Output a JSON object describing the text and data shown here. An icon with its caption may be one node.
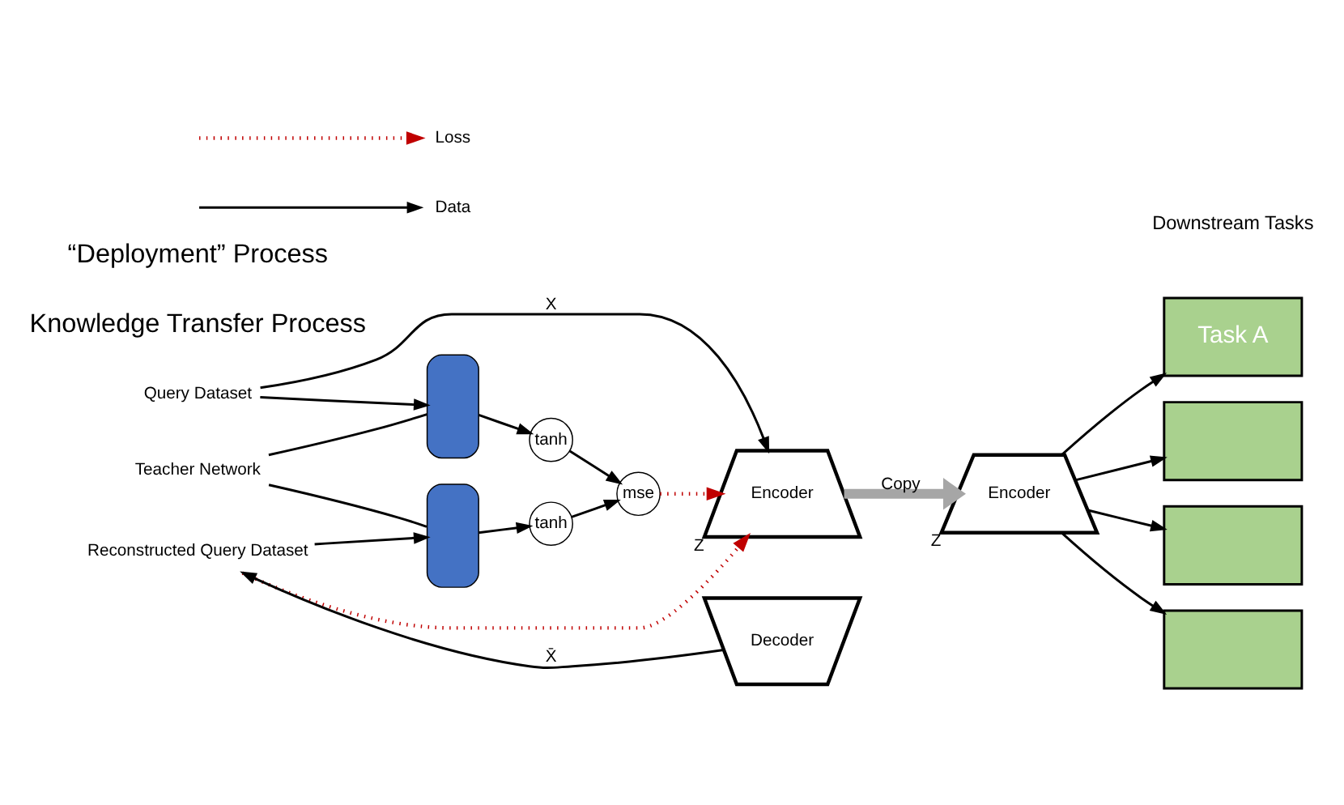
{
  "diagram": {
    "nodes": [
      {
        "text": [
          "Teacher Network"
        ]
      },
      {
        "text": [],
        "shape": "box"
      },
      {
        "text": [],
        "shape": "box"
      },
      {
        "text": [
          "tanh"
        ]
      },
      {
        "text": [
          "tanh"
        ]
      },
      {
        "text": [
          "mse"
        ]
      },
      {
        "text": [
          "Reconstructed Query Dataset"
        ]
      },
      {
        "text": [
          "Decoder"
        ]
      },
      {
        "text": [
          "Encoder"
        ],
        "beside": [
          "Z"
        ]
      },
      {
        "text": [
          "Query Dataset"
        ]
      },
      {
        "text": [
          "Encoder"
        ],
        "beside": [
          "Z"
        ]
      },
      {
        "text": [
          "Task A"
        ],
        "beside": [
          "Downstream Tasks"
        ]
      },
      {
        "text": [],
        "shape": "box"
      },
      {
        "text": [],
        "shape": "box"
      },
      {
        "text": [],
        "shape": "box"
      }
    ],
    "edges": [
      {
        "from": 0,
        "to": 1,
        "arrow": "none"
      },
      {
        "from": 0,
        "to": 2,
        "arrow": "none"
      },
      {
        "from": 1,
        "to": 3,
        "arrow": "to"
      },
      {
        "from": 2,
        "to": 4,
        "arrow": "to"
      },
      {
        "from": 4,
        "to": 5,
        "arrow": "to"
      },
      {
        "from": 3,
        "to": 5,
        "arrow": "to"
      },
      {
        "from": 5,
        "to": 8,
        "arrow": "to",
        "style": "dashed",
        "color": "#c00000"
      },
      {
        "from": 6,
        "to": 8,
        "arrow": "to",
        "style": "dashed",
        "color": "#c00000"
      },
      {
        "from": 7,
        "to": 6,
        "arrow": "to",
        "label": "X̄"
      },
      {
        "from": 6,
        "to": 1,
        "arrow": "to"
      },
      {
        "from": 9,
        "to": 2,
        "arrow": "to"
      },
      {
        "from": 9,
        "to": 8,
        "arrow": "to",
        "label": "X"
      },
      {
        "from": 8,
        "to": 10,
        "arrow": "to",
        "label": "Copy",
        "style": "thick",
        "color": "#a6a6a6"
      },
      {
        "from": 10,
        "to": 11,
        "arrow": "to"
      },
      {
        "from": 10,
        "to": 12,
        "arrow": "to"
      },
      {
        "from": 10,
        "to": 13,
        "arrow": "to"
      },
      {
        "from": 10,
        "to": 14,
        "arrow": "to"
      }
    ],
    "labels": [
      "Knowledge Transfer Process",
      "“Deployment” Process"
    ],
    "legend": [
      {
        "text": "Loss"
      },
      {
        "text": "Data"
      }
    ]
  }
}
